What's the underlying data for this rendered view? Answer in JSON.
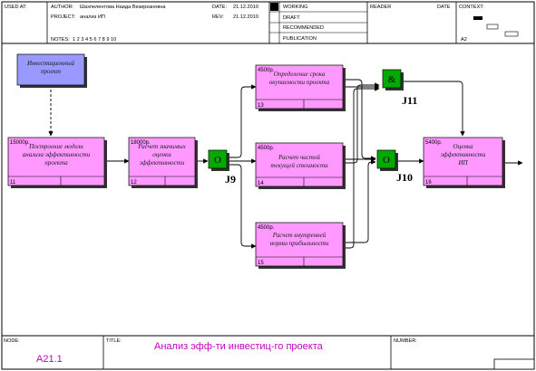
{
  "header": {
    "used_at": "USED AT:",
    "author_label": "AUTHOR:",
    "author_value": "Шахпелентова Наида Везирхановна",
    "project_label": "PROJECT:",
    "project_value": "анализ ИП",
    "notes_label": "NOTES:",
    "notes_value": "1 2 3 4 5 6 7 8 9 10",
    "date_label": "DATE:",
    "date_value": "21.12.2010",
    "rev_label": "REV:",
    "rev_value": "21.12.2010",
    "status": [
      "WORKING",
      "DRAFT",
      "RECOMMENDED",
      "PUBLICATION"
    ],
    "reader_label": "READER",
    "reader_date_label": "DATE",
    "context_label": "CONTEXT:",
    "context_node": "A2"
  },
  "diagram": {
    "boxes": [
      {
        "id": "11",
        "cost": "15000р.",
        "lines": [
          "Построение модели",
          "анализа эффективности",
          "проекта"
        ]
      },
      {
        "id": "12",
        "cost": "18000р.",
        "lines": [
          "Расчет значимых",
          "оценки",
          "эффективности"
        ]
      },
      {
        "id": "13",
        "cost": "4500р.",
        "lines": [
          "Определение срока",
          "окупаемости проекта"
        ]
      },
      {
        "id": "14",
        "cost": "4500р.",
        "lines": [
          "Расчет чистой",
          "текущей стоимости"
        ]
      },
      {
        "id": "15",
        "cost": "4500р.",
        "lines": [
          "Расчет внутренней",
          "нормы прибыльности"
        ]
      },
      {
        "id": "16",
        "cost": "5400р.",
        "lines": [
          "Оценка",
          "эффективности",
          "ИП"
        ]
      }
    ],
    "referent": {
      "lines": [
        "Инвестиционный",
        "проект"
      ]
    },
    "junctions": [
      {
        "id": "J9",
        "symbol": "O"
      },
      {
        "id": "J10",
        "symbol": "O"
      },
      {
        "id": "J11",
        "symbol": "&"
      }
    ],
    "colors": {
      "box_fill": "#ff99ff",
      "referent_fill": "#9999ff",
      "junction_fill": "#00aa00",
      "footer_text": "#c000c0"
    }
  },
  "footer": {
    "node_label": "NODE:",
    "node_value": "A21.1",
    "title_label": "TITLE:",
    "title_value": "Анализ эфф-ти инвестиц-го проекта",
    "number_label": "NUMBER:"
  }
}
